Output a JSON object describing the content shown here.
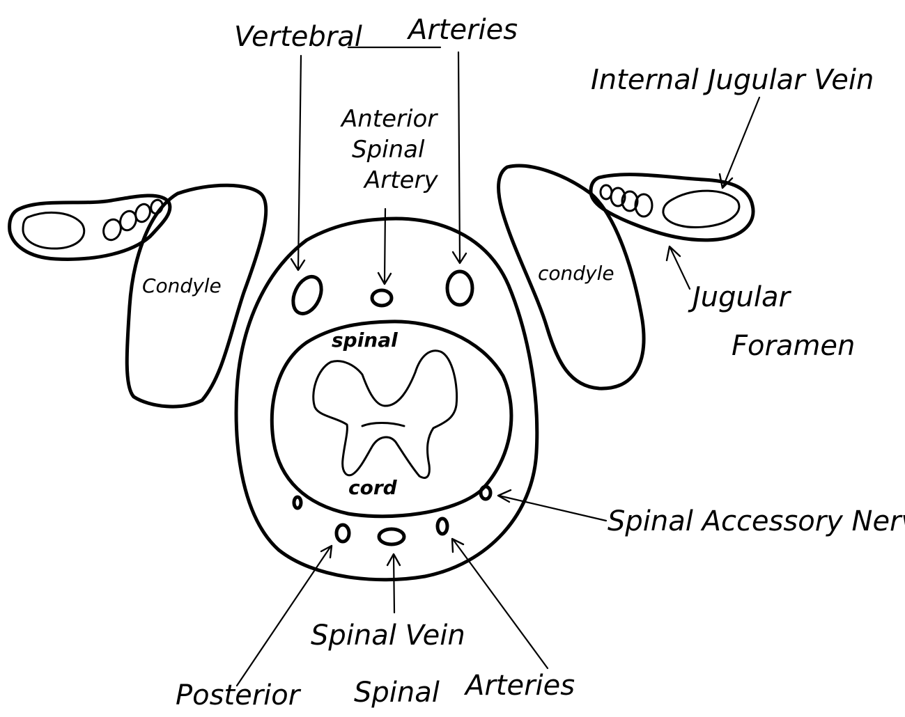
{
  "labels": {
    "vertebral": "Vertebral",
    "arteries_top": "Arteries",
    "internal_jugular_vein": "Internal Jugular Vein",
    "anterior": "Anterior",
    "spinal_top": "Spinal",
    "artery": "Artery",
    "condyle_left": "Condyle",
    "condyle_right": "condyle",
    "jugular": "Jugular",
    "foramen": "Foramen",
    "spinal_cord_top": "spinal",
    "spinal_cord_bottom": "cord",
    "spinal_accessory_nerve": "Spinal Accessory Nerve",
    "spinal_vein": "Spinal Vein",
    "posterior": "Posterior",
    "spinal_bottom": "Spinal",
    "arteries_bottom": "Arteries"
  }
}
